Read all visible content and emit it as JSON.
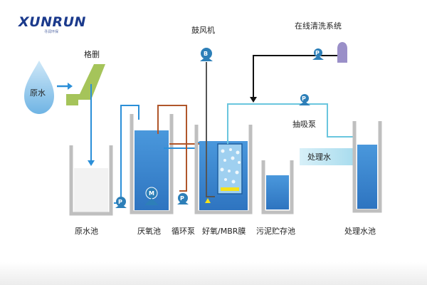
{
  "brand": {
    "name": "XUNRUN",
    "subtitle": "寻润环保"
  },
  "labels": {
    "raw_water": "原水",
    "screen": "格删",
    "blower": "鼓风机",
    "cleaning_system": "在线清洗系统",
    "suction_pump": "抽吸泵",
    "treated_water": "处理水",
    "raw_tank": "原水池",
    "anoxic_tank": "厌氧池",
    "circulation_pump": "循环泵",
    "mbr_tank": "好氧/MBR膜",
    "sludge_tank": "污泥贮存池",
    "treated_tank": "处理水池"
  },
  "pump_letters": {
    "pump": "P",
    "mixer": "M",
    "blower": "B"
  },
  "colors": {
    "water": "#3f8fd6",
    "water_dark": "#2a6fb8",
    "raw_pipe": "#2b8fd8",
    "return_pipe": "#b0562a",
    "air_pipe": "#555555",
    "clean_pipe": "#111111",
    "suction_pipe": "#6ac6de",
    "tank_wall": "#bfbfbf",
    "pump": "#2d7fb8",
    "screen": "#a5c45a",
    "cleaner": "#9a8fc8",
    "membrane_yellow": "#f5e21a"
  }
}
